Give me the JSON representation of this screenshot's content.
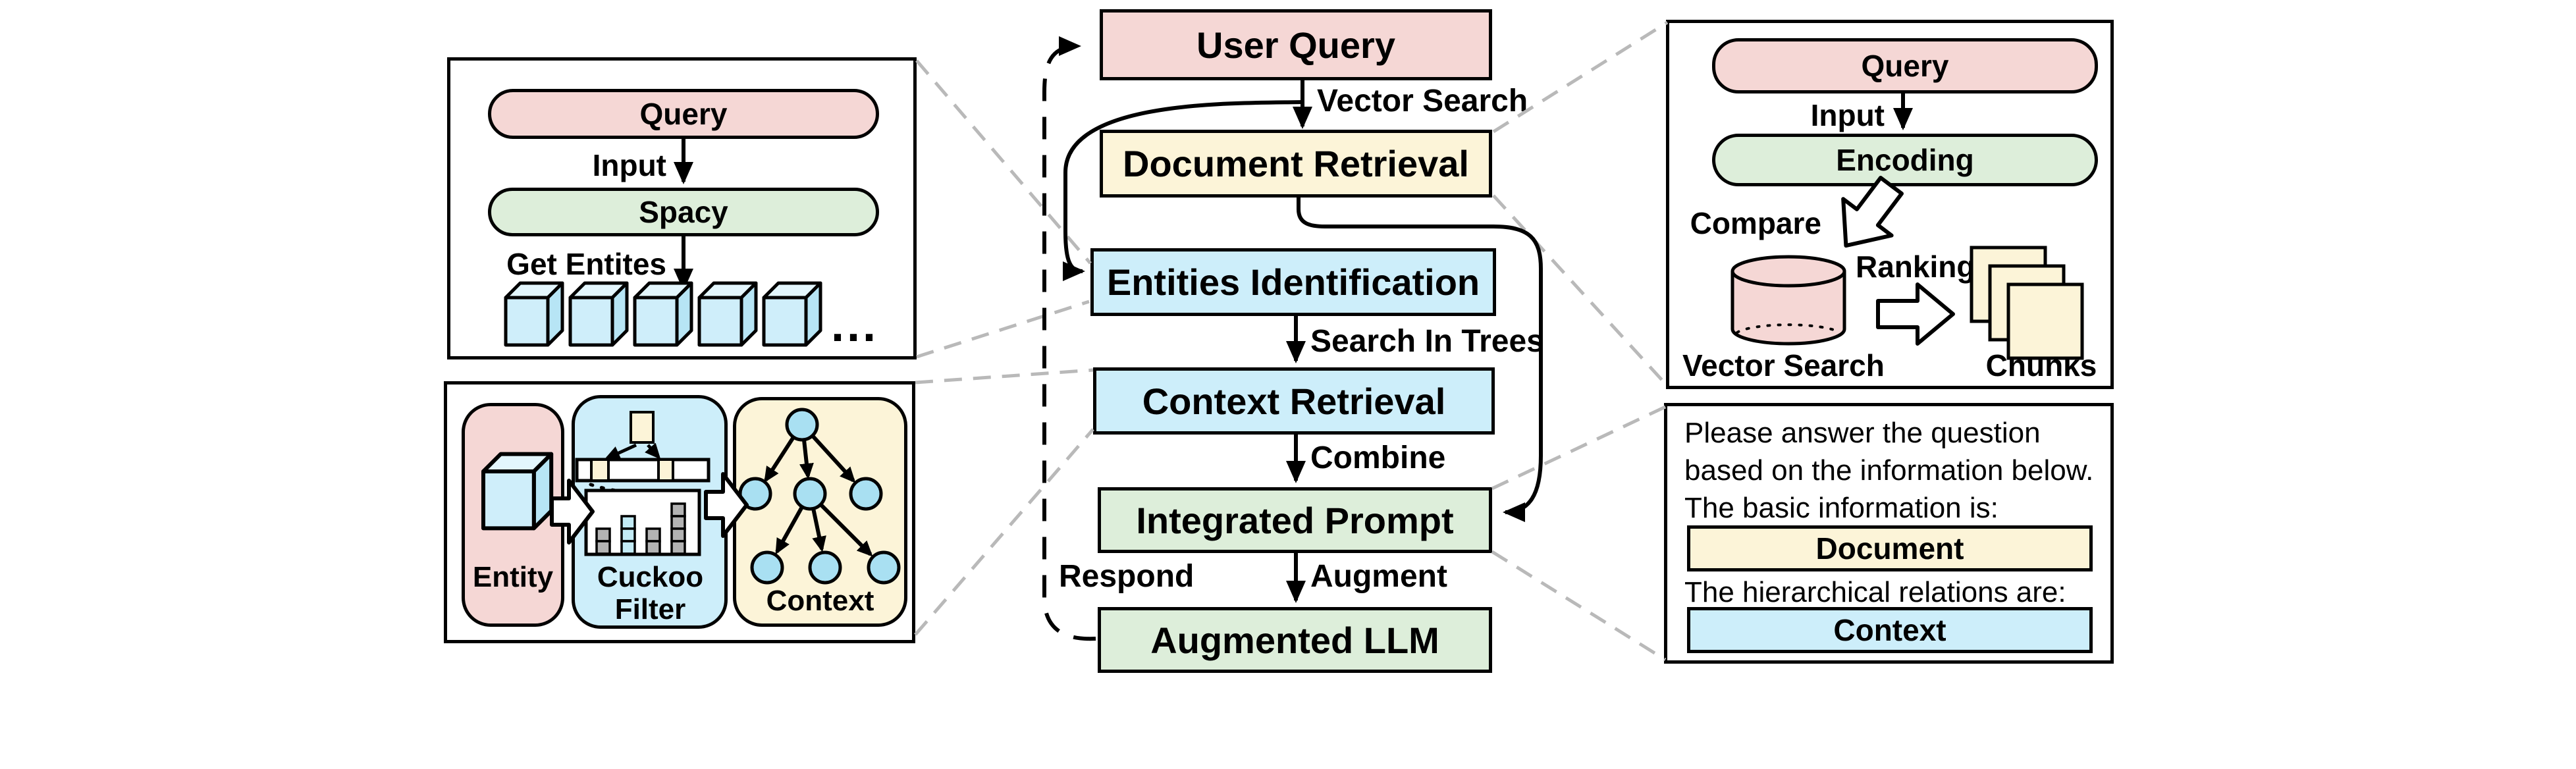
{
  "figure": {
    "flow": {
      "user_query": "User Query",
      "document_retrieval": "Document Retrieval",
      "entities_identification": "Entities Identification",
      "context_retrieval": "Context Retrieval",
      "integrated_prompt": "Integrated Prompt",
      "augmented_llm": "Augmented LLM",
      "labels": {
        "vector_search": "Vector Search",
        "search_in_trees": "Search In Trees",
        "combine": "Combine",
        "augment": "Augment",
        "respond": "Respond"
      }
    },
    "entity_extraction_panel": {
      "query": "Query",
      "input": "Input",
      "spacy": "Spacy",
      "get_entities": "Get Entites",
      "ellipsis": "..."
    },
    "lookup_panel": {
      "entity": "Entity",
      "cuckoo_filter": "Cuckoo Filter",
      "context": "Context"
    },
    "vector_search_panel": {
      "query": "Query",
      "input": "Input",
      "encoding": "Encoding",
      "compare": "Compare",
      "ranking": "Ranking",
      "vector_search": "Vector Search",
      "chunks": "Chunks"
    },
    "prompt_panel": {
      "line1": "Please answer the question",
      "line2": "based on the information below.",
      "line3": "The basic information is:",
      "document": "Document",
      "line4": "The hierarchical relations are:",
      "context": "Context"
    },
    "colors": {
      "pink": "#f5d7d5",
      "cream": "#fcf4d8",
      "blue": "#cdeefa",
      "green": "#ddeeda",
      "node_blue": "#a9e0f2",
      "connector_gray": "#b9b9b9"
    }
  }
}
